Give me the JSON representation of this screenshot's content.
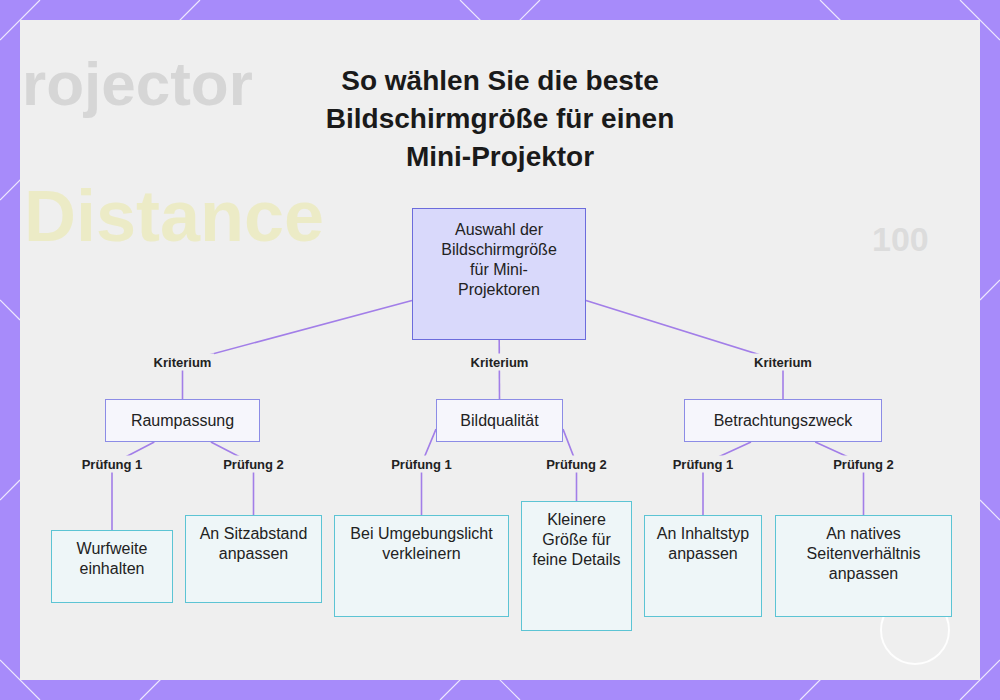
{
  "diagram": {
    "title": "So wählen Sie die beste Bildschirmgröße für einen Mini-Projektor",
    "nodes": [
      {
        "text": [
          "Auswahl der Bildschirmgröße für Mini-Projektoren"
        ]
      },
      {
        "text": [
          "Raumpassung"
        ]
      },
      {
        "text": [
          "Bildqualität"
        ]
      },
      {
        "text": [
          "Betrachtungszweck"
        ]
      },
      {
        "text": [
          "Wurfweite einhalten"
        ]
      },
      {
        "text": [
          "An Sitzabstand anpassen"
        ]
      },
      {
        "text": [
          "Bei Umgebungslicht verkleinern"
        ]
      },
      {
        "text": [
          "Kleinere Größe für feine Details"
        ]
      },
      {
        "text": [
          "An Inhaltstyp anpassen"
        ]
      },
      {
        "text": [
          "An natives Seitenverhältnis anpassen"
        ]
      }
    ],
    "edges": [
      {
        "from": 0,
        "to": 1,
        "label": "Kriterium",
        "arrow": "none"
      },
      {
        "from": 0,
        "to": 2,
        "label": "Kriterium",
        "arrow": "none"
      },
      {
        "from": 0,
        "to": 3,
        "label": "Kriterium",
        "arrow": "none"
      },
      {
        "from": 1,
        "to": 4,
        "label": "Prüfung 1",
        "arrow": "none"
      },
      {
        "from": 1,
        "to": 5,
        "label": "Prüfung 2",
        "arrow": "none"
      },
      {
        "from": 2,
        "to": 6,
        "label": "Prüfung 1",
        "arrow": "none"
      },
      {
        "from": 2,
        "to": 7,
        "label": "Prüfung 2",
        "arrow": "none"
      },
      {
        "from": 3,
        "to": 8,
        "label": "Prüfung 1",
        "arrow": "none"
      },
      {
        "from": 3,
        "to": 9,
        "label": "Prüfung 2",
        "arrow": "none"
      }
    ],
    "labels": [
      "rojector",
      "Distance",
      "100"
    ]
  }
}
